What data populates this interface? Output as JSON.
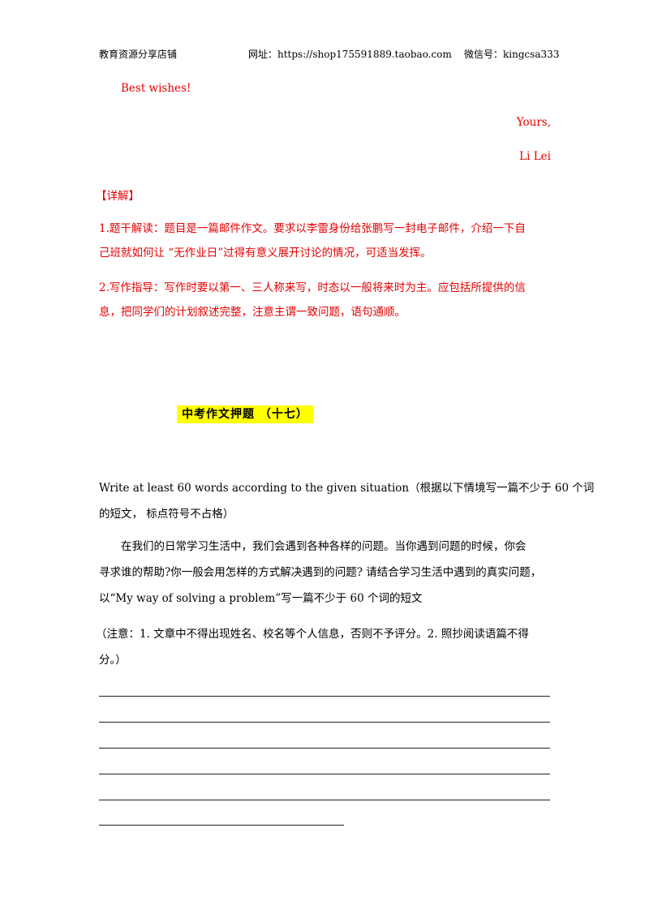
{
  "header": {
    "shop": "教育资源分享店铺",
    "url": "网址：https://shop175591889.taobao.com",
    "wechat": "微信号：kingcsa333"
  },
  "letter": {
    "wishes": "Best wishes!",
    "closing": "Yours,",
    "signature": "Li Lei"
  },
  "explanation": {
    "heading": "【详解】",
    "point1_line1": "1.题干解读：题目是一篇邮件作文。要求以李雷身份给张鹏写一封电子邮件，介绍一下自",
    "point1_line2": "己班就如何让 “无作业日”过得有意义展开讨论的情况，可适当发挥。",
    "point2_line1": "2.写作指导：写作时要以第一、三人称来写，时态以一般将来时为主。应包括所提供的信",
    "point2_line2": "息，把同学们的计划叙述完整，注意主谓一致问题，语句通顺。"
  },
  "section": {
    "title": "中考作文押题 （十七）"
  },
  "prompt": {
    "line1": "Write at least 60 words according to the given situation（根据以下情境写一篇不少于  60  个词",
    "line2": "的短文，  标点符号不占格）",
    "para_line1": "在我们的日常学习生活中，我们会遇到各种各样的问题。当你遇到问题的时候，你会",
    "para_line2": "寻求谁的帮助?你一般会用怎样的方式解决遇到的问题? 请结合学习生活中遇到的真实问题，",
    "para_line3": "以“My way of solving a problem”写一篇不少于  60  个词的短文",
    "note_line1": "（注意：1.  文章中不得出现姓名、校名等个人信息，否则不予评分。2.  照抄阅读语篇不得",
    "note_line2": "分。）"
  }
}
